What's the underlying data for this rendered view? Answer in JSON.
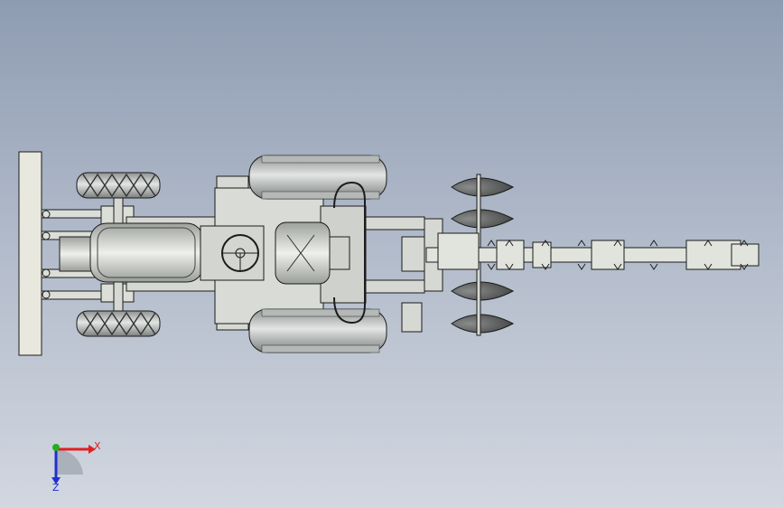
{
  "viewport": {
    "background_top": "#8e9cb2",
    "background_bottom": "#d2d7e0",
    "model": "trencher-top-view"
  },
  "triad": {
    "x_label": "X",
    "z_label": "Z",
    "x_color": "#e02020",
    "y_color": "#20b020",
    "z_color": "#2030d0"
  },
  "colors": {
    "body": "#d6d9d3",
    "outline": "#1c1c1c",
    "tire": "#bfc3c1",
    "blade": "#e8e8de"
  }
}
